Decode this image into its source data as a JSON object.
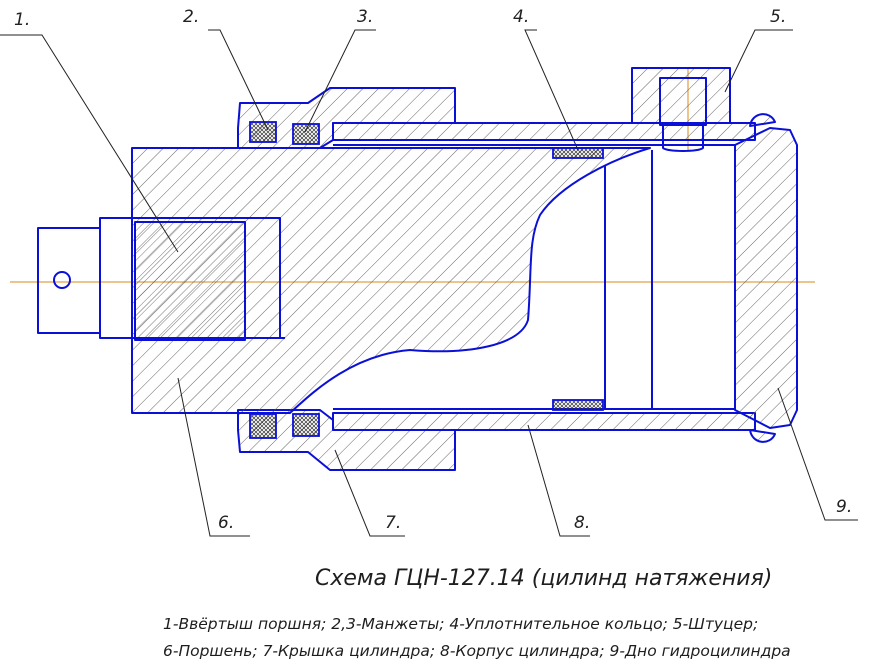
{
  "callouts": [
    "1.",
    "2.",
    "3.",
    "4.",
    "5.",
    "6.",
    "7.",
    "8.",
    "9."
  ],
  "title": "Схема ГЦН-127.14 (цилинд натяжения)",
  "legend": [
    "1-Ввёртыш поршня; 2,3-Манжеты; 4-Уплотнительное кольцо; 5-Штуцер;",
    "6-Поршень; 7-Крышка цилиндра; 8-Корпус цилиндра; 9-Дно гидроцилиндра"
  ],
  "colors": {
    "outline": "#0b10d6",
    "axis": "#d88a18",
    "text": "#1e1e1e"
  }
}
